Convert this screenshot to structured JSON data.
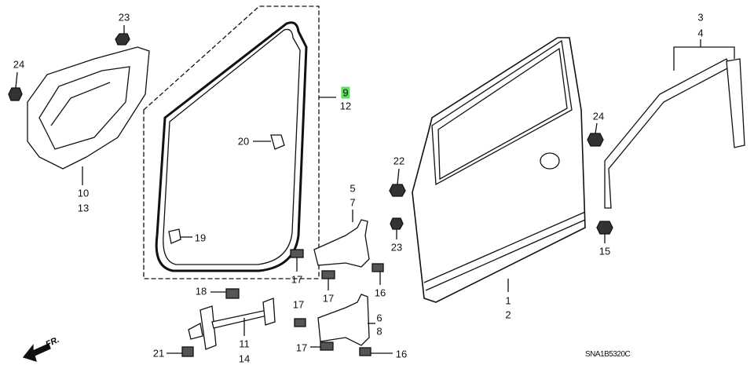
{
  "diagram_code": "SNA1B5320C",
  "direction_label": "FR.",
  "highlight_color": "#5ee05e",
  "callouts": [
    {
      "id": "c23a",
      "text": "23"
    },
    {
      "id": "c24a",
      "text": "24"
    },
    {
      "id": "c10",
      "text": "10"
    },
    {
      "id": "c13",
      "text": "13"
    },
    {
      "id": "c9",
      "text": "9",
      "highlighted": true
    },
    {
      "id": "c12",
      "text": "12"
    },
    {
      "id": "c20",
      "text": "20"
    },
    {
      "id": "c19",
      "text": "19"
    },
    {
      "id": "c22",
      "text": "22"
    },
    {
      "id": "c5",
      "text": "5"
    },
    {
      "id": "c7",
      "text": "7"
    },
    {
      "id": "c23b",
      "text": "23"
    },
    {
      "id": "c17a",
      "text": "17"
    },
    {
      "id": "c16a",
      "text": "16"
    },
    {
      "id": "c17b",
      "text": "17"
    },
    {
      "id": "c18",
      "text": "18"
    },
    {
      "id": "c17c",
      "text": "17"
    },
    {
      "id": "c6",
      "text": "6"
    },
    {
      "id": "c8",
      "text": "8"
    },
    {
      "id": "c11",
      "text": "11"
    },
    {
      "id": "c14",
      "text": "14"
    },
    {
      "id": "c21",
      "text": "21"
    },
    {
      "id": "c17d",
      "text": "17"
    },
    {
      "id": "c16b",
      "text": "16"
    },
    {
      "id": "c1",
      "text": "1"
    },
    {
      "id": "c2",
      "text": "2"
    },
    {
      "id": "c3",
      "text": "3"
    },
    {
      "id": "c4",
      "text": "4"
    },
    {
      "id": "c24b",
      "text": "24"
    },
    {
      "id": "c15",
      "text": "15"
    }
  ]
}
